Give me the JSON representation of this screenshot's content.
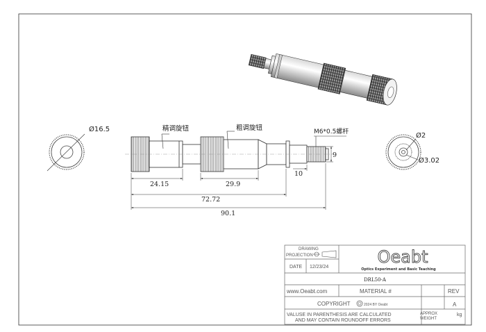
{
  "drawing": {
    "part_number": "DRL50-A",
    "dimensions": {
      "end_diameter": "Ø16.5",
      "fine_knob_length": "24.15",
      "coarse_knob_length": "29.9",
      "length_to_shoulder": "72.72",
      "overall_length": "90.1",
      "screw_length": "10",
      "screw_height": "9",
      "tip_diameter_small": "Ø2",
      "tip_diameter_large": "Ø3.02"
    },
    "callouts": {
      "fine_knob": "精调旋钮",
      "coarse_knob": "粗调旋钮",
      "screw": "M6*0.5螺杆"
    }
  },
  "title_block": {
    "drawing_label": "DRAWING",
    "projection_label": "PROJECTION",
    "date_label": "DATE",
    "date_value": "12/23/24",
    "logo_text": "Oeabt",
    "logo_subtitle": "Optics Experiment and Basic Teaching",
    "part_number": "DRL50-A",
    "website": "www.Oeabt.com",
    "material_label": "MATERIAL #",
    "rev_label": "REV",
    "rev_value": "A",
    "copyright_label": "COPYRIGHT",
    "copyright_suffix": "2024 BY Oeabt",
    "note_line1": "VALUSE IN PARENTHESIS ARE CALCULATED",
    "note_line2": "AND MAY CONTAIN ROUNDOFF ERRORS",
    "approx_label": "APPROX",
    "weight_label": "WEIGHT",
    "weight_unit": "kg"
  }
}
